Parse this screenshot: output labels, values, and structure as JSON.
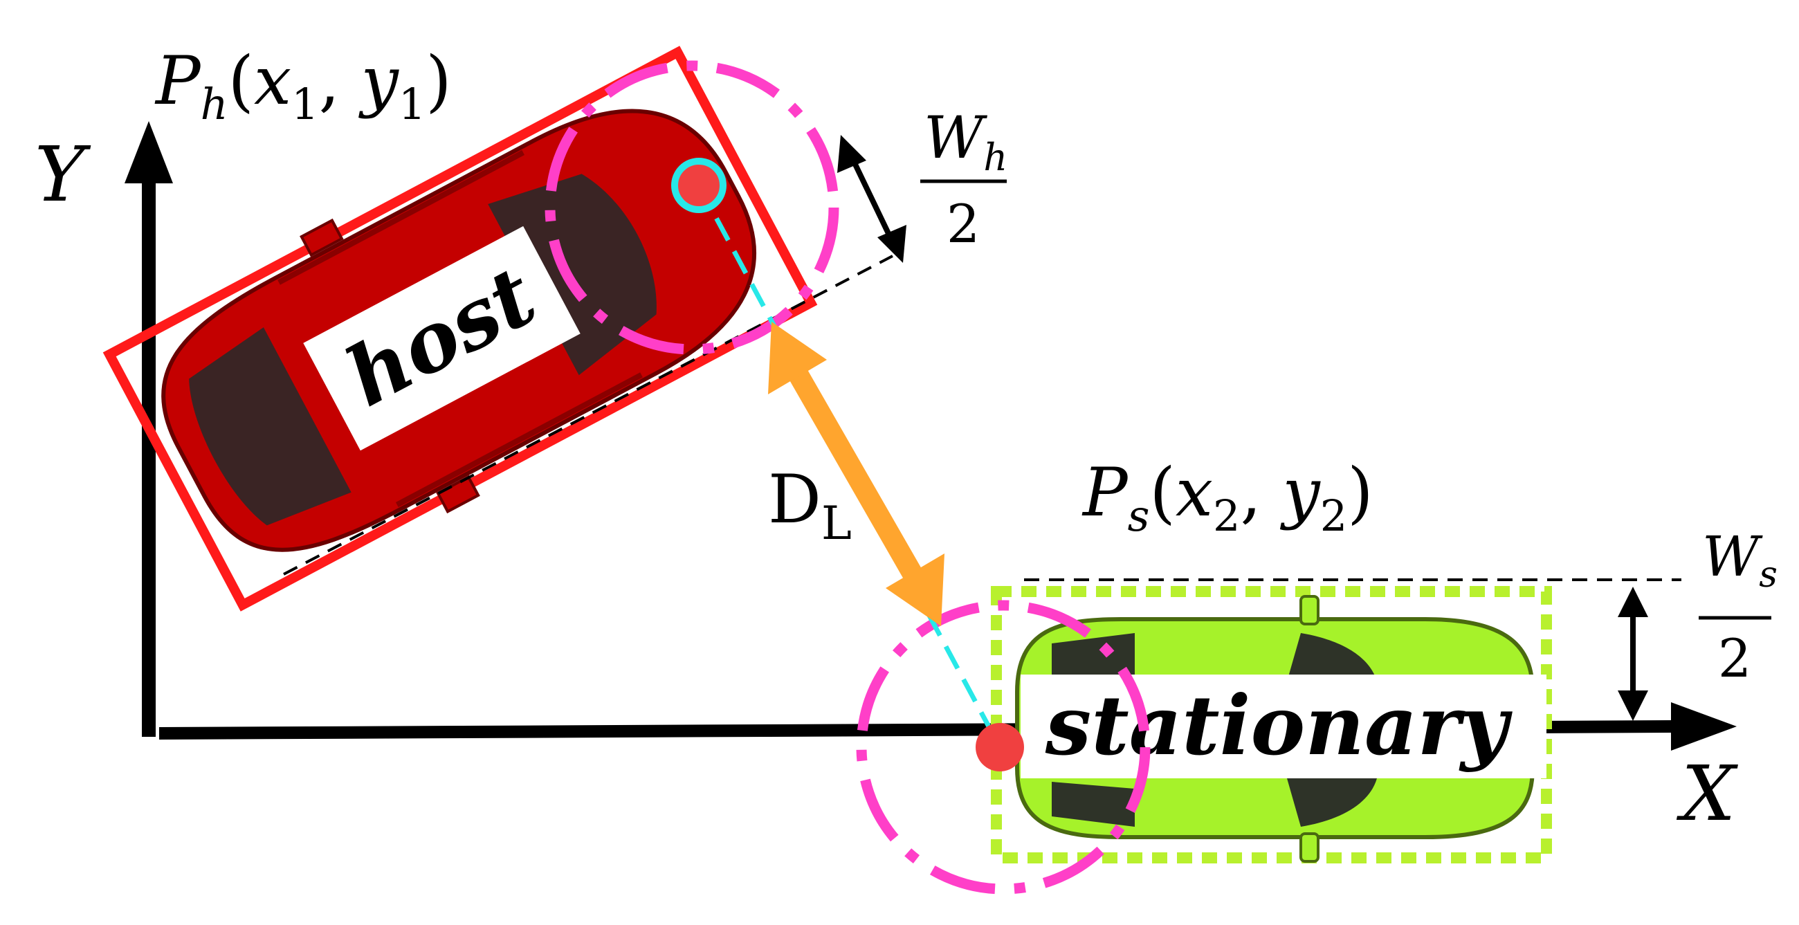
{
  "axes": {
    "y_label": "Y",
    "x_label": "X"
  },
  "host": {
    "label": "host",
    "point": {
      "P": "P",
      "sub": "h",
      "open": "(",
      "x": "x",
      "x_sub": "1",
      "comma": ", ",
      "y": "y",
      "y_sub": "1",
      "close": ")"
    },
    "width_half": {
      "W": "W",
      "sub": "h",
      "den": "2"
    }
  },
  "stationary": {
    "label": "stationary",
    "point": {
      "P": "P",
      "sub": "s",
      "open": "(",
      "x": "x",
      "x_sub": "2",
      "comma": ", ",
      "y": "y",
      "y_sub": "2",
      "close": ")"
    },
    "width_half": {
      "W": "W",
      "sub": "s",
      "den": "2"
    }
  },
  "distance": {
    "D": "D",
    "sub": "L"
  },
  "colors": {
    "host_car": "#c40000",
    "host_box": "#ff1a1a",
    "stationary_car": "#a6f22a",
    "stationary_box": "#b8f02e",
    "circle": "#ff3fc8",
    "connector": "#28e8e8",
    "distance_arrow": "#ffa52e",
    "point": "#f04040",
    "axis": "#000000"
  }
}
